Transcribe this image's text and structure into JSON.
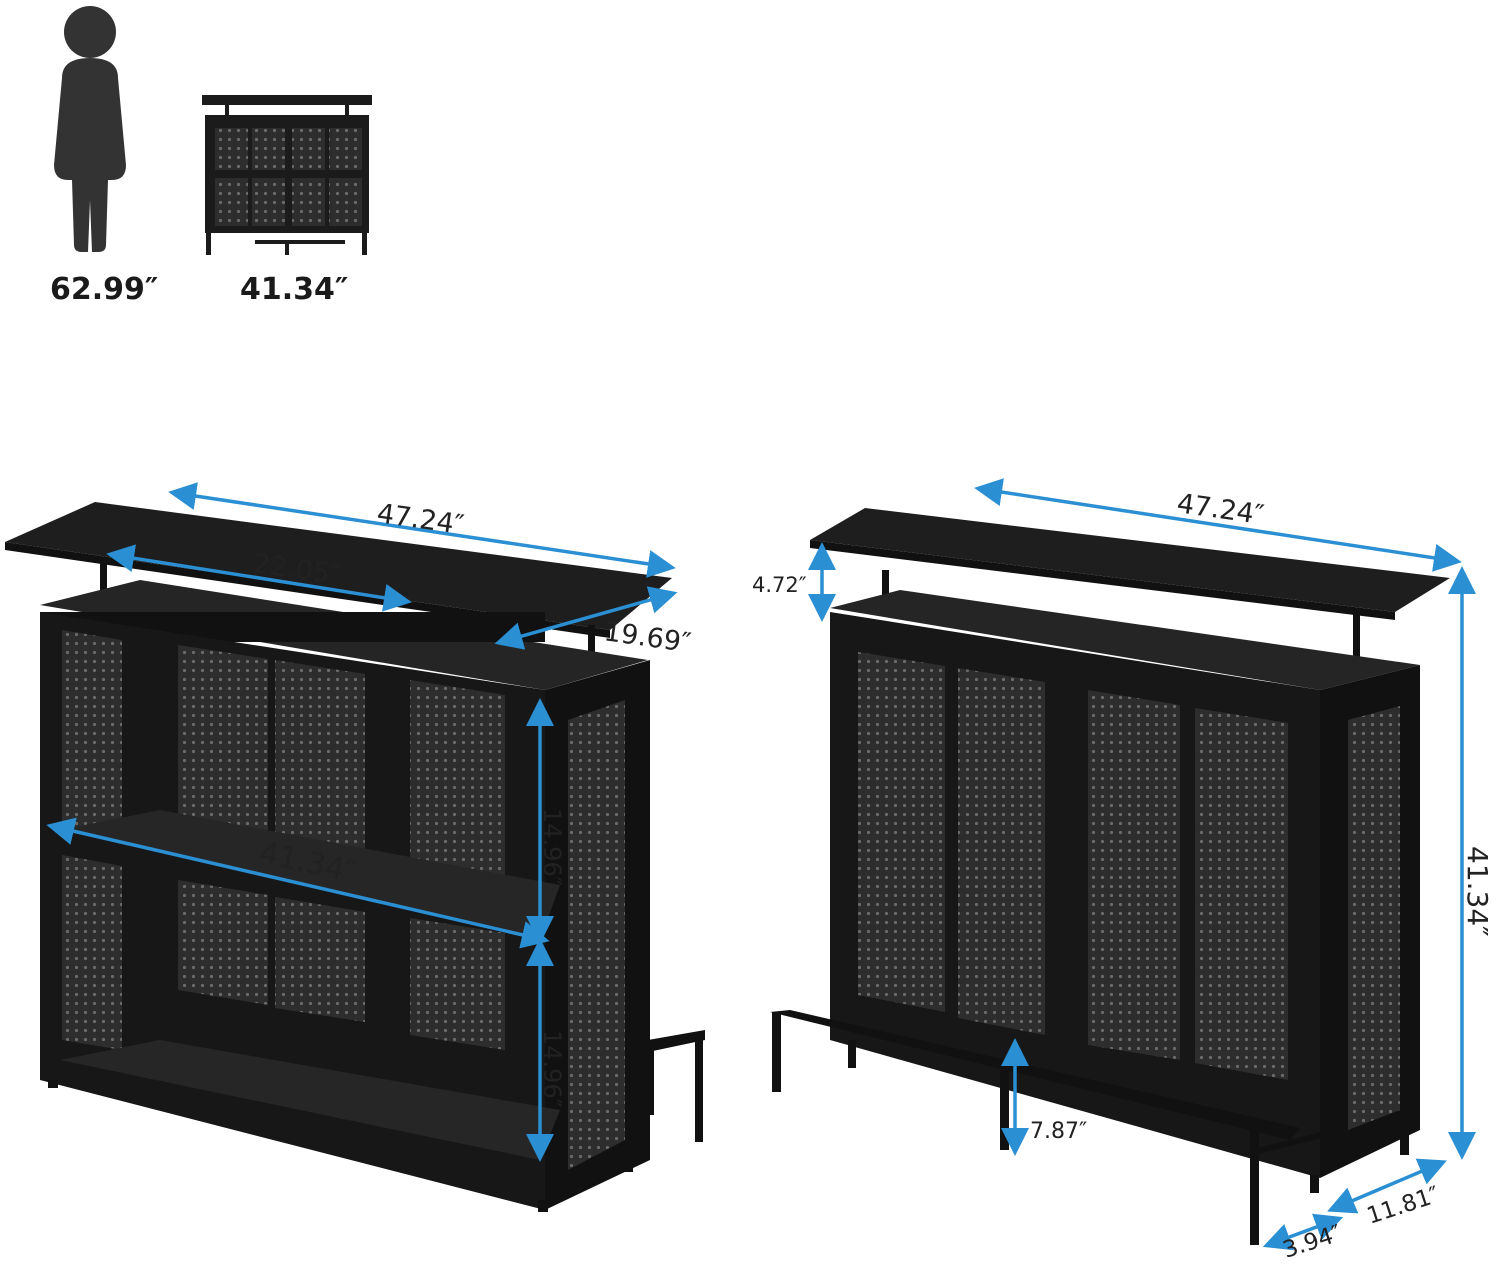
{
  "colors": {
    "accent": "#2a8fd3",
    "furniture": "#1b1b1b",
    "mesh": "#3a3a3a",
    "silhouette": "#333333"
  },
  "icons": {
    "person": "person-silhouette-icon",
    "bar": "bar-cabinet-thumbnail-icon"
  },
  "scale": {
    "person_height": "62.99″",
    "bar_height": "41.34″"
  },
  "front_view": {
    "top_width": "47.24″",
    "inner_top_width": "22.05″",
    "top_depth": "19.69″",
    "shelf_width": "41.34″",
    "upper_shelf_height": "14.96″",
    "lower_shelf_height": "14.96″"
  },
  "back_view": {
    "top_width": "47.24″",
    "riser_height": "4.72″",
    "total_height": "41.34″",
    "footrest_height": "7.87″",
    "footrest_depth": "3.94″",
    "cabinet_depth": "11.81″"
  }
}
